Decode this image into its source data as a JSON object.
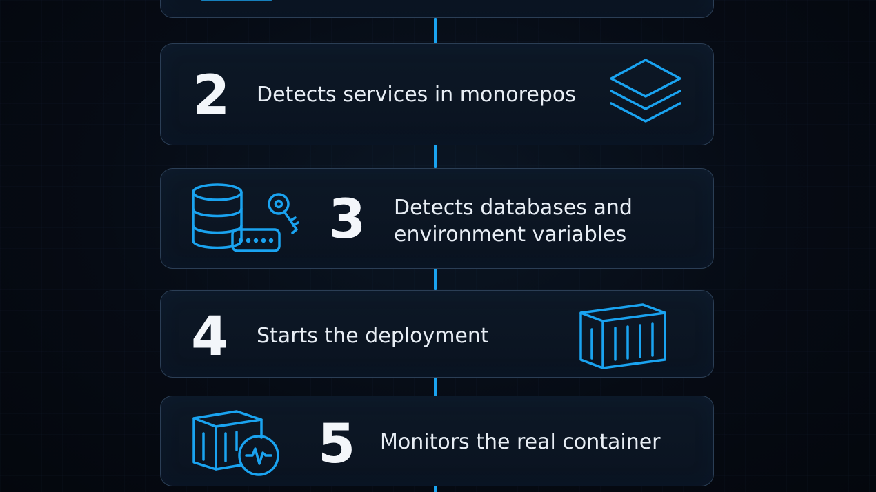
{
  "accent_color": "#1aa3f0",
  "steps": [
    {
      "number": "2",
      "label": "Detects services in monorepos",
      "icon": "layers-stack-icon"
    },
    {
      "number": "3",
      "label_line1": "Detects databases and",
      "label_line2": "environment variables",
      "icon": "database-key-icon"
    },
    {
      "number": "4",
      "label": "Starts the deployment",
      "icon": "shipping-container-icon"
    },
    {
      "number": "5",
      "label": "Monitors the real container",
      "icon": "container-health-monitor-icon"
    }
  ]
}
